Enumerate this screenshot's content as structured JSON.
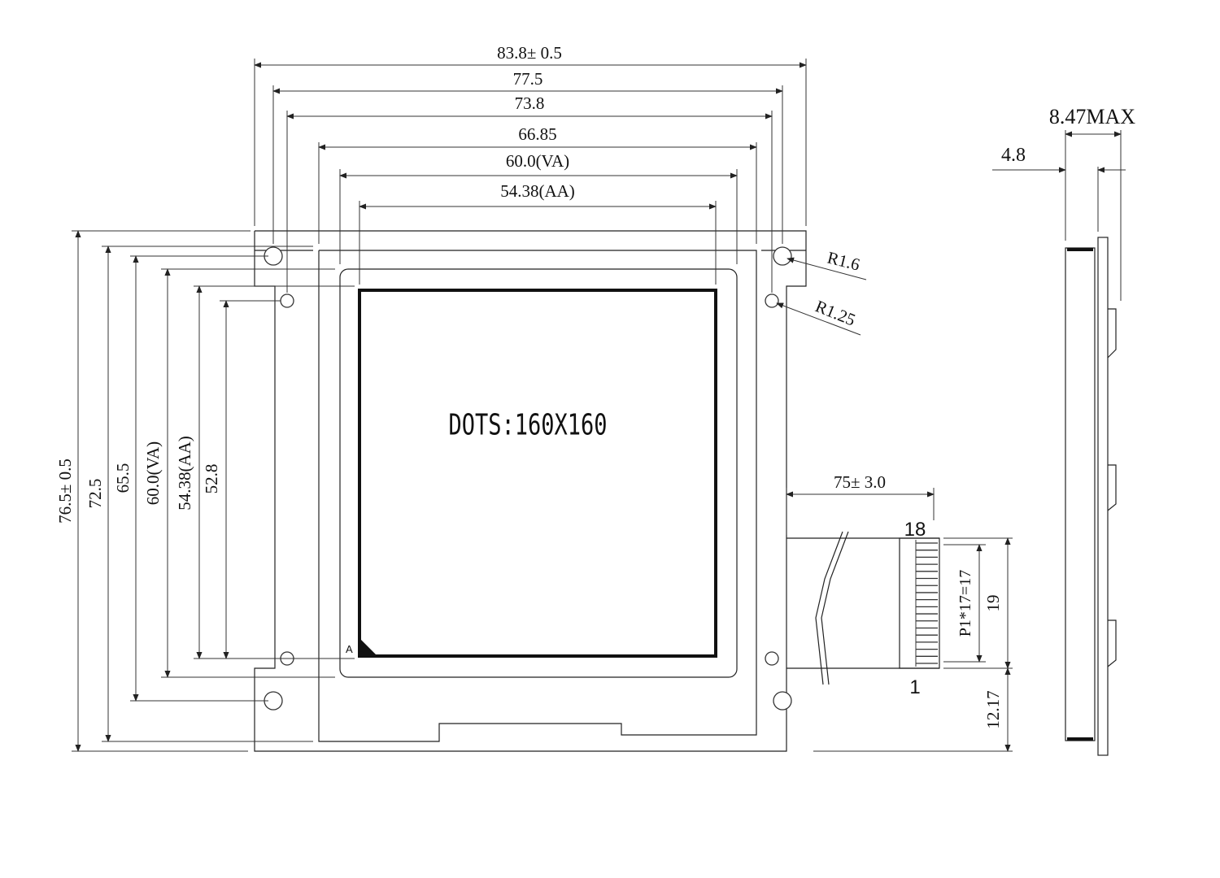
{
  "horizontal_dims": {
    "overall": "83.8± 0.5",
    "hole_pitch": "77.5",
    "d73": "73.8",
    "d66": "66.85",
    "va": "60.0(VA)",
    "aa": "54.38(AA)"
  },
  "vertical_dims": {
    "overall": "76.5± 0.5",
    "hole_pitch": "72.5",
    "d65": "65.5",
    "va": "60.0(VA)",
    "aa": "54.38(AA)",
    "d52": "52.8"
  },
  "radii": {
    "large": "R1.6",
    "small": "R1.25"
  },
  "display_label": "DOTS:160X160",
  "corner_marker": "A",
  "side_view": {
    "max_thickness": "8.47MAX",
    "glass": "4.8"
  },
  "fpc": {
    "length": "75± 3.0",
    "pin_last": "18",
    "pin_first": "1",
    "pitch": "P1*17=17",
    "width": "19",
    "offset": "12.17"
  }
}
